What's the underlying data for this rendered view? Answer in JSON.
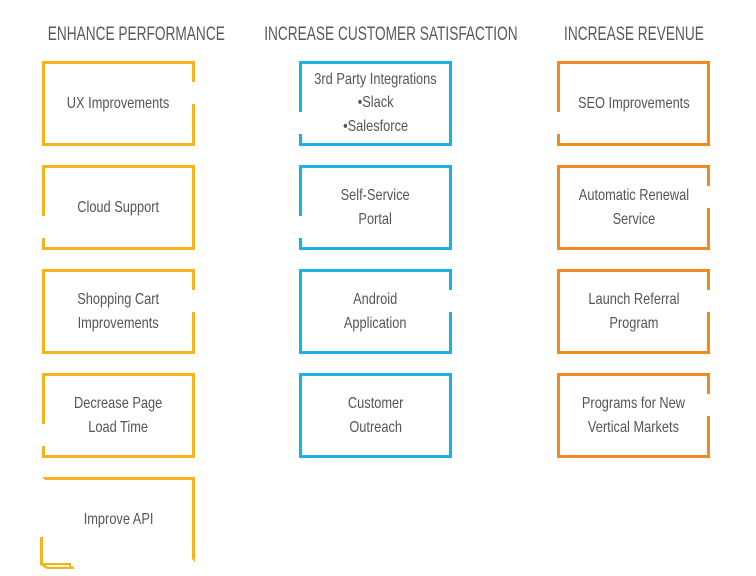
{
  "columns": [
    {
      "title": "ENHANCE PERFORMANCE",
      "color": "#f5b41e",
      "cards": [
        {
          "text": "UX Improvements"
        },
        {
          "text": "Cloud Support"
        },
        {
          "text": "Shopping Cart\nImprovements"
        },
        {
          "text": "Decrease Page\nLoad Time"
        },
        {
          "text": "Improve API"
        }
      ]
    },
    {
      "title": "INCREASE CUSTOMER SATISFACTION",
      "color": "#1ab1e6",
      "cards": [
        {
          "text": "3rd Party Integrations",
          "bullets": [
            "Slack",
            "Salesforce"
          ]
        },
        {
          "text": "Self-Service\nPortal"
        },
        {
          "text": "Android\nApplication"
        },
        {
          "text": "Customer\nOutreach"
        }
      ]
    },
    {
      "title": "INCREASE REVENUE",
      "color": "#f28a21",
      "cards": [
        {
          "text": "SEO Improvements"
        },
        {
          "text": "Automatic Renewal\nService"
        },
        {
          "text": "Launch Referral\nProgram"
        },
        {
          "text": "Programs for New\nVertical Markets"
        }
      ]
    }
  ]
}
